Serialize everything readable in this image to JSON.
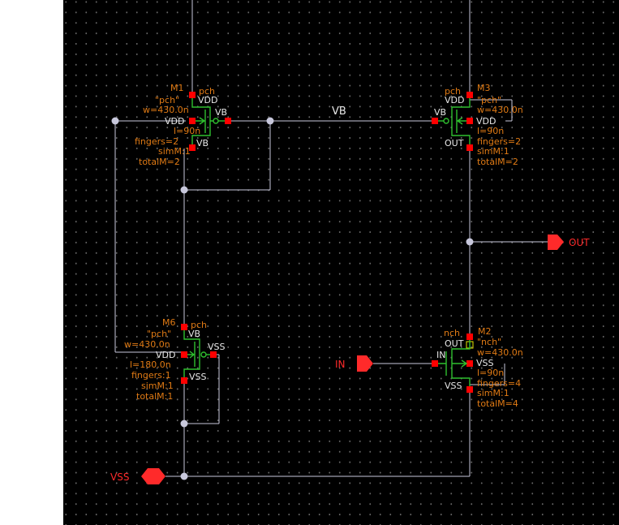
{
  "app": {
    "name": ""
  },
  "colors": {
    "background": "#000000",
    "wire": "#c8c8dc",
    "pin": "#ff0000",
    "device": "#2fbf2f",
    "property_text": "#e07a14",
    "net_label": "#e8e8e8",
    "port": "#ff2a2a"
  },
  "nets": {
    "vb": "VB"
  },
  "pins": {
    "out": "OUT",
    "in": "IN",
    "vss": "VSS"
  },
  "devices": {
    "m1": {
      "name": "M1",
      "cell": "pch",
      "model": "\"pch\"",
      "w": "w=430.0n",
      "l": "l=90n",
      "fingers": "fingers=2",
      "simM": "simM:1",
      "totalM": "totalM=2",
      "t_top": "VDD",
      "t_left": "VDD",
      "t_right": "VB",
      "t_bottom": "VB"
    },
    "m3": {
      "name": "M3",
      "cell": "pch",
      "model": "\"pch\"",
      "w": "w=430.0n",
      "l": "l=90n",
      "fingers": "fingers=2",
      "simM": "simM:1",
      "totalM": "totalM=2",
      "t_top": "VDD",
      "t_left": "VB",
      "t_right": "VDD",
      "t_bottom": "OUT"
    },
    "m6": {
      "name": "M6",
      "cell": "pch",
      "model": "\"pch\"",
      "w": "w=430.0n",
      "l": "l=180.0n",
      "fingers": "fingers:1",
      "simM": "simM:1",
      "totalM": "totalM:1",
      "t_top": "VB",
      "t_left": "VDD",
      "t_right": "VSS",
      "t_bottom": "VSS"
    },
    "m2": {
      "name": "M2",
      "cell": "nch",
      "model": "\"nch\"",
      "w": "w=430.0n",
      "l": "l=90n",
      "fingers": "fingers=4",
      "simM": "simM:1",
      "totalM": "totalM=4",
      "t_top": "OUT",
      "t_left": "IN",
      "t_right": "VSS",
      "t_bottom": "VSS"
    }
  }
}
